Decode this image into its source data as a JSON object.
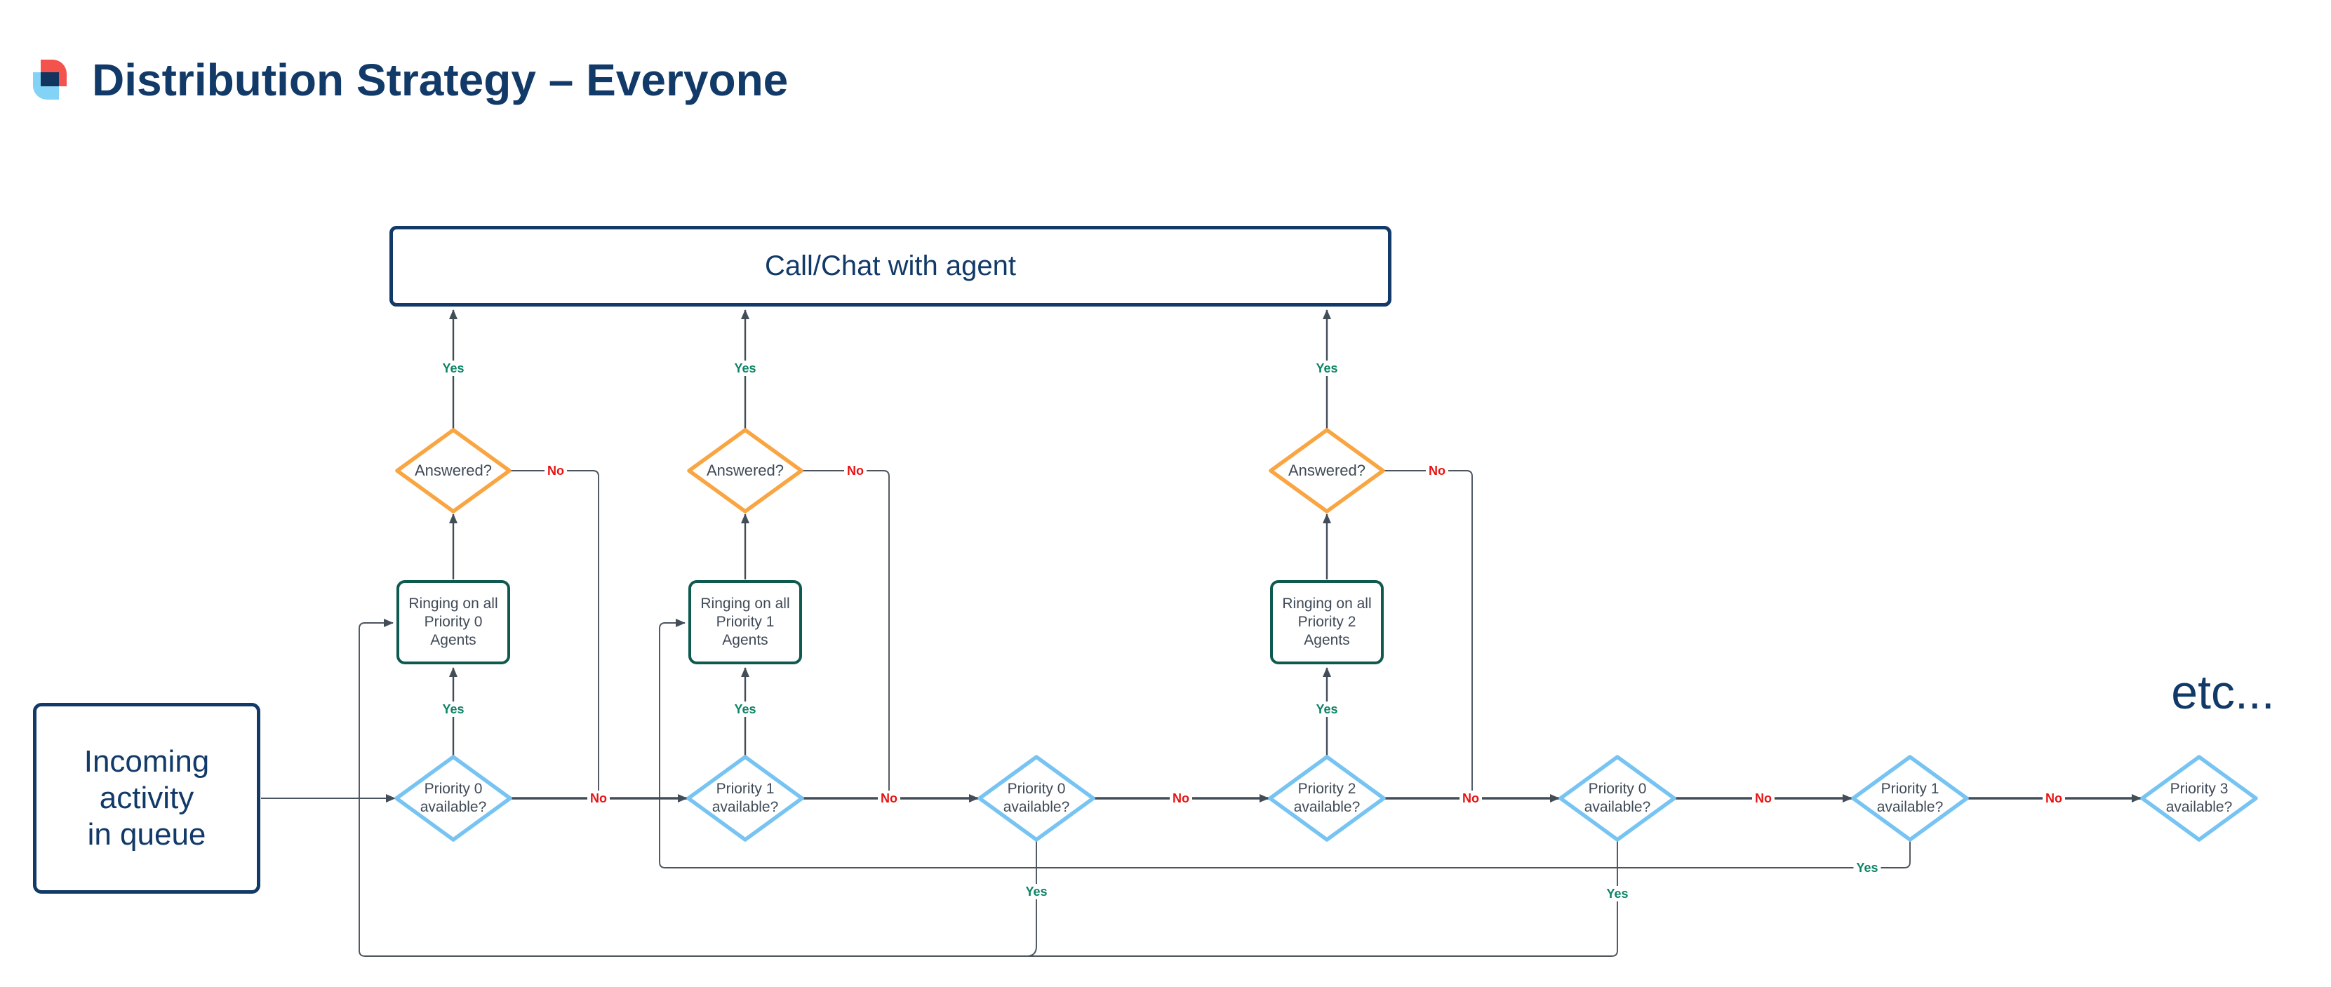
{
  "title": "Distribution Strategy – Everyone",
  "colors": {
    "navy": "#123A68",
    "orange": "#F9A542",
    "light_blue": "#77C4F2",
    "teal": "#0F5A50",
    "yes_green": "#0B8465",
    "no_red": "#E81212",
    "line": "#434D58",
    "logo_red": "#F4524D",
    "logo_sky": "#82D3F5"
  },
  "flow": {
    "call_box": "Call/Chat with agent",
    "incoming_box": "Incoming\nactivity\nin queue",
    "answered": [
      "Answered?",
      "Answered?",
      "Answered?"
    ],
    "ringing": [
      "Ringing on all\nPriority 0\nAgents",
      "Ringing on all\nPriority 1\nAgents",
      "Ringing on all\nPriority 2\nAgents"
    ],
    "priority": [
      "Priority 0\navailable?",
      "Priority 1\navailable?",
      "Priority 0\navailable?",
      "Priority 2\navailable?",
      "Priority 0\navailable?",
      "Priority 1\navailable?",
      "Priority 3\navailable?"
    ],
    "etc": "etc...",
    "yes": "Yes",
    "no": "No"
  }
}
